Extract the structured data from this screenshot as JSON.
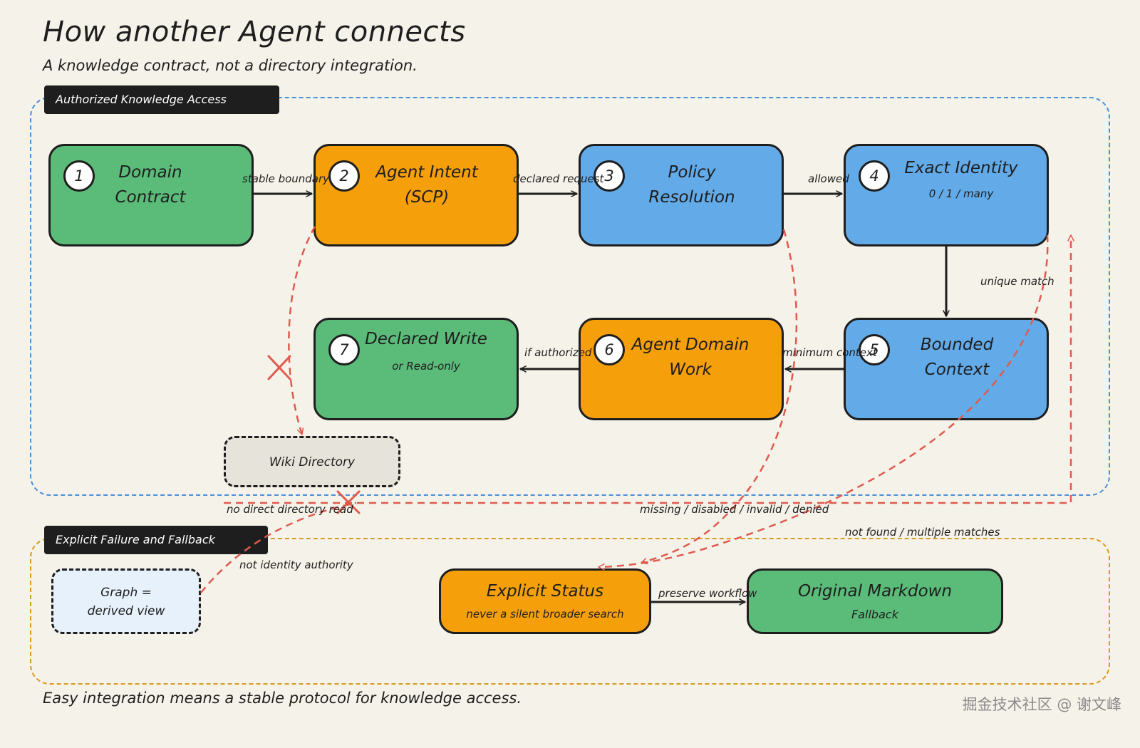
{
  "title": "How another Agent connects",
  "subtitle": "A knowledge contract, not a directory integration.",
  "footer": "Easy integration means a stable protocol for knowledge access.",
  "watermark": "掘金技术社区 @ 谢文峰",
  "colors": {
    "green": "#5bbb79",
    "orange": "#f59f0b",
    "blue": "#63aae8",
    "failure_line": "#e05a4e",
    "access_group_border": "#4a90d6",
    "failure_group_border": "#d89a1e"
  },
  "groups": {
    "access": "Authorized Knowledge Access",
    "failure": "Explicit Failure and Fallback"
  },
  "nodes": {
    "domain_contract": {
      "number": "1",
      "title_line1": "Domain",
      "title_line2": "Contract"
    },
    "agent_intent": {
      "number": "2",
      "title_line1": "Agent Intent",
      "title_line2": "(SCP)"
    },
    "policy_resolution": {
      "number": "3",
      "title_line1": "Policy",
      "title_line2": "Resolution"
    },
    "exact_identity": {
      "number": "4",
      "title": "Exact Identity",
      "subtitle": "0 / 1 / many"
    },
    "bounded_context": {
      "number": "5",
      "title_line1": "Bounded",
      "title_line2": "Context"
    },
    "agent_domain_work": {
      "number": "6",
      "title_line1": "Agent Domain",
      "title_line2": "Work"
    },
    "declared_write": {
      "number": "7",
      "title": "Declared Write",
      "subtitle": "or Read-only"
    },
    "wiki_directory": {
      "title": "Wiki Directory"
    },
    "graph": {
      "title_line1": "Graph =",
      "title_line2": "derived view"
    },
    "explicit_status": {
      "title": "Explicit Status",
      "subtitle": "never a silent broader search"
    },
    "original_markdown": {
      "title": "Original Markdown",
      "subtitle": "Fallback"
    }
  },
  "edges": {
    "stable_boundary": "stable boundary",
    "declared_request": "declared request",
    "allowed": "allowed",
    "unique_match": "unique match",
    "minimum_context": "minimum context",
    "if_authorized": "if authorized",
    "no_direct_directory_read": "no direct directory read",
    "missing_disabled": "missing / disabled / invalid / denied",
    "not_found_multiple": "not found / multiple matches",
    "not_identity_authority": "not identity authority",
    "preserve_workflow": "preserve workflow"
  }
}
